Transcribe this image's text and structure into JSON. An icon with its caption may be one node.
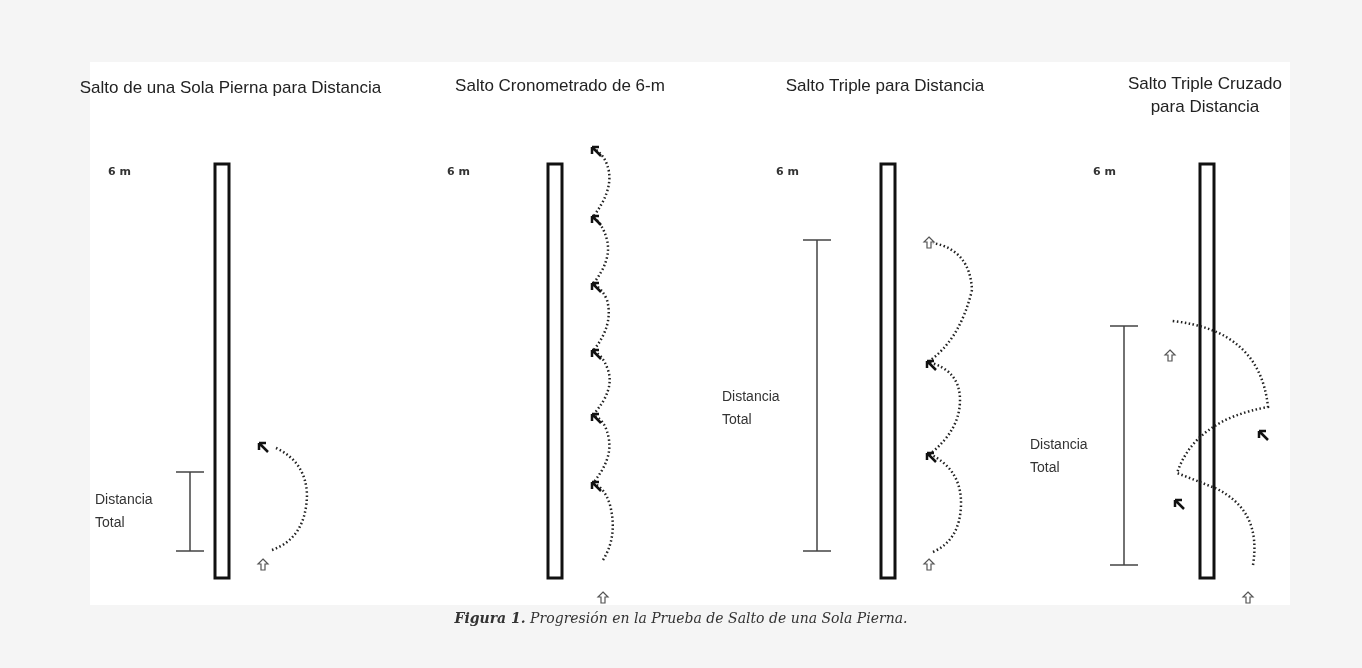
{
  "diagram": {
    "caption": "**Figura 1.** Progresión en la Prueba de Salto de una Sola Pierna.",
    "labels": [
      "Salto de una Sola Pierna para Distancia",
      "Salto Cronometrado de 6-m",
      "Salto Triple para Distancia",
      "Salto Triple Cruzado para Distancia",
      "6 m",
      "6 m",
      "6 m",
      "6 m",
      "Distancia Total",
      "Distancia Total",
      "Distancia Total"
    ]
  }
}
